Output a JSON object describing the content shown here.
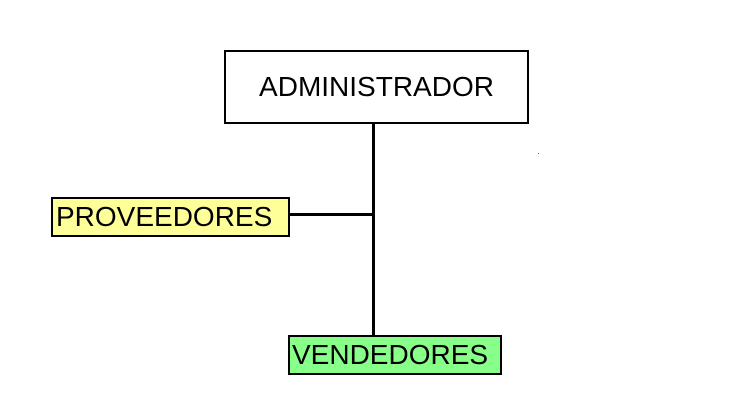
{
  "diagram": {
    "nodes": {
      "admin": {
        "label": "ADMINISTRADOR",
        "fill": "#ffffff"
      },
      "proveedores": {
        "label": "PROVEEDORES",
        "fill": "#ffff99"
      },
      "vendedores": {
        "label": "VENDEDORES",
        "fill": "#88ff88"
      }
    },
    "edges": [
      {
        "from": "ADMINISTRADOR",
        "to": "PROVEEDORES"
      },
      {
        "from": "ADMINISTRADOR",
        "to": "VENDEDORES"
      }
    ],
    "colors": {
      "stroke": "#000000",
      "background": "#ffffff"
    }
  }
}
